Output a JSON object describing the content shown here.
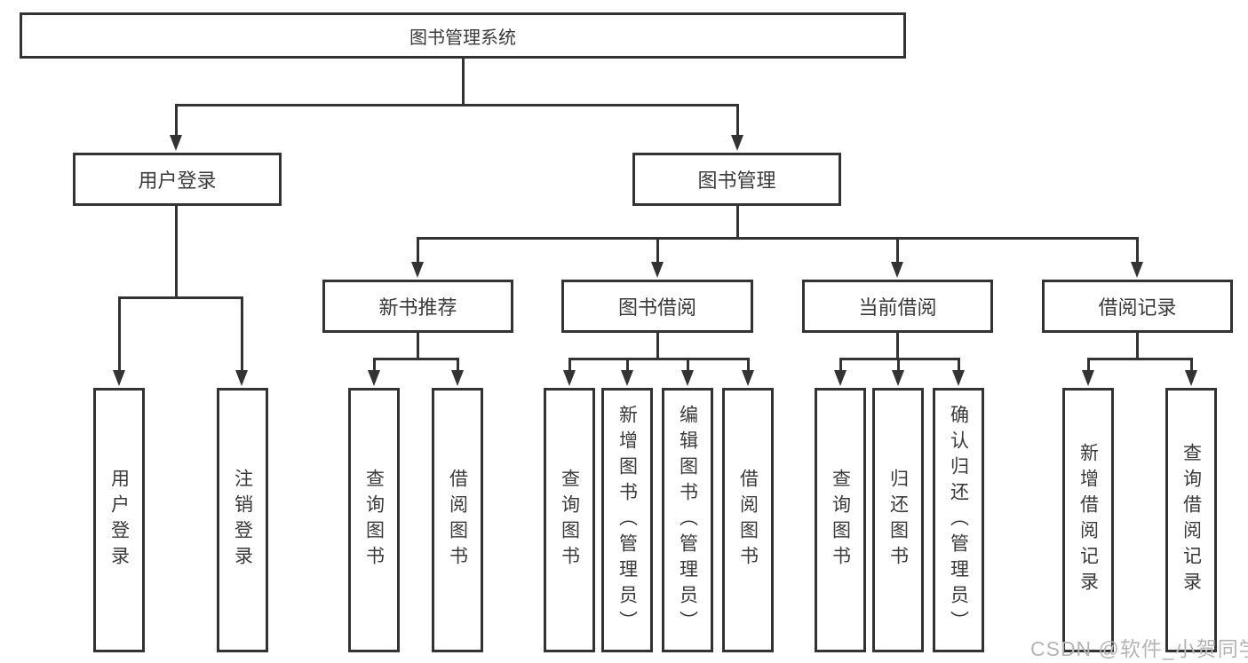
{
  "diagram": {
    "tree": {
      "label": "图书管理系统",
      "children": [
        {
          "label": "用户登录",
          "children": [
            {
              "label": "用户登录"
            },
            {
              "label": "注销登录"
            }
          ]
        },
        {
          "label": "图书管理",
          "children": [
            {
              "label": "新书推荐",
              "children": [
                {
                  "label": "查询图书"
                },
                {
                  "label": "借阅图书"
                }
              ]
            },
            {
              "label": "图书借阅",
              "children": [
                {
                  "label": "查询图书"
                },
                {
                  "label": "新增图书（管理员）"
                },
                {
                  "label": "编辑图书（管理员）"
                },
                {
                  "label": "借阅图书"
                }
              ]
            },
            {
              "label": "当前借阅",
              "children": [
                {
                  "label": "查询图书"
                },
                {
                  "label": "归还图书"
                },
                {
                  "label": "确认归还（管理员）"
                }
              ]
            },
            {
              "label": "借阅记录",
              "children": [
                {
                  "label": "新增借阅记录"
                },
                {
                  "label": "查询借阅记录"
                }
              ]
            }
          ]
        }
      ]
    }
  },
  "watermark": {
    "text": "CSDN @软件_小贺同学"
  },
  "colors": {
    "line": "#333333",
    "text": "#3a3a3a",
    "watermark": "#b5b5b5",
    "background": "#ffffff"
  }
}
